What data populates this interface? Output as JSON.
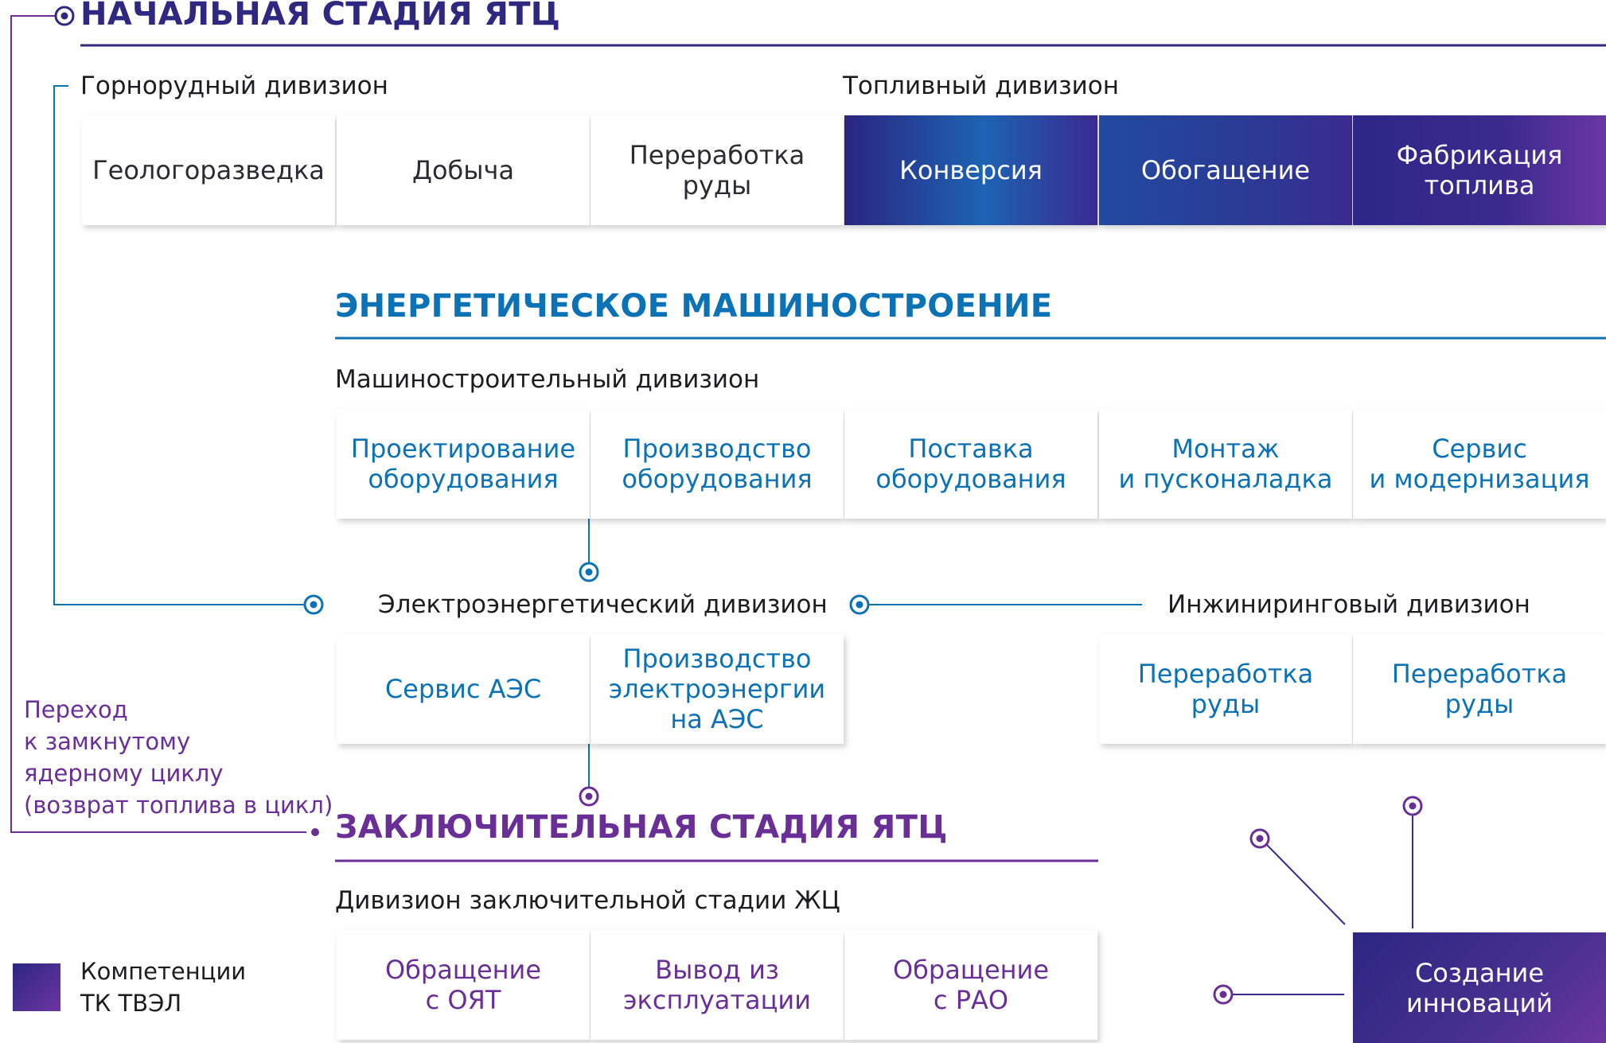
{
  "headings": {
    "initial": "НАЧАЛЬНАЯ СТАДИЯ ЯТЦ",
    "energy": "ЭНЕРГЕТИЧЕСКОЕ МАШИНОСТРОЕНИЕ",
    "final": "ЗАКЛЮЧИТЕЛЬНАЯ СТАДИЯ ЯТЦ"
  },
  "divisions": {
    "mining": "Горнорудный дивизион",
    "fuel": "Топливный дивизион",
    "machine": "Машиностроительный дивизион",
    "power": "Электроэнергетический дивизион",
    "engineering": "Инжиниринговый дивизион",
    "backend": "Дивизион заключительной стадии ЖЦ"
  },
  "boxes": {
    "geo": "Геологоразведка",
    "mining": "Добыча",
    "ore": "Переработка\nруды",
    "conversion": "Конверсия",
    "enrichment": "Обогащение",
    "fabrication": "Фабрикация\nтоплива",
    "design": "Проектирование\nоборудования",
    "production": "Производство\nоборудования",
    "supply": "Поставка\nоборудования",
    "install": "Монтаж\nи пусконаладка",
    "service": "Сервис\nи модернизация",
    "npp_service": "Сервис АЭС",
    "npp_power": "Производство\nэлектроэнергии\nна АЭС",
    "eng1": "Переработка\nруды",
    "eng2": "Переработка\nруды",
    "snf": "Обращение\nс ОЯТ",
    "decom": "Вывод из\nэксплуатации",
    "rao": "Обращение\nс РАО",
    "innovation": "Создание\nинноваций"
  },
  "side_note": "Переход\nк замкнутому\nядерному циклу\n(возврат топлива в цикл)",
  "legend": "Компетенции\nТК ТВЭЛ",
  "colors": {
    "dark_blue": "#2e2880",
    "blue": "#0b72b5",
    "violet": "#6a2f96"
  }
}
